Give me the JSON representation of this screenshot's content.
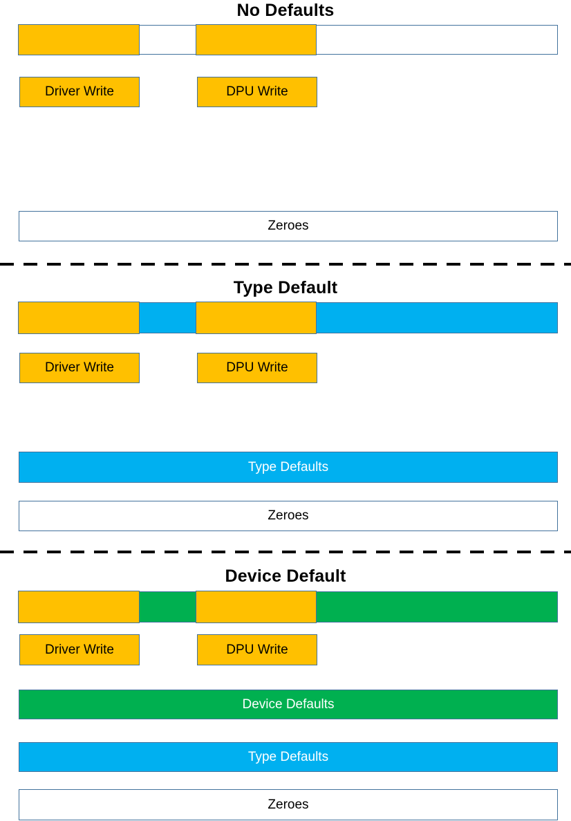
{
  "colors": {
    "gold": "#FFC000",
    "cyan": "#00B0F0",
    "green": "#00B050",
    "white": "#FFFFFF",
    "box_border": "#41719C",
    "divider": "#000000"
  },
  "memory_map": {
    "segments": [
      {
        "region": "driver-write",
        "fill": "gold"
      },
      {
        "region": "gap",
        "fill": "section-background"
      },
      {
        "region": "dpu-write",
        "fill": "gold"
      },
      {
        "region": "tail",
        "fill": "section-background"
      }
    ],
    "background_by_section": {
      "no_defaults": "white",
      "type_default": "cyan",
      "device_default": "green"
    }
  },
  "sections": {
    "no_defaults": {
      "title": "No Defaults",
      "driver_label": "Driver Write",
      "dpu_label": "DPU Write",
      "zeroes_label": "Zeroes"
    },
    "type_default": {
      "title": "Type Default",
      "driver_label": "Driver Write",
      "dpu_label": "DPU Write",
      "type_defaults_label": "Type Defaults",
      "zeroes_label": "Zeroes"
    },
    "device_default": {
      "title": "Device Default",
      "driver_label": "Driver Write",
      "dpu_label": "DPU Write",
      "device_defaults_label": "Device Defaults",
      "type_defaults_label": "Type Defaults",
      "zeroes_label": "Zeroes"
    }
  }
}
